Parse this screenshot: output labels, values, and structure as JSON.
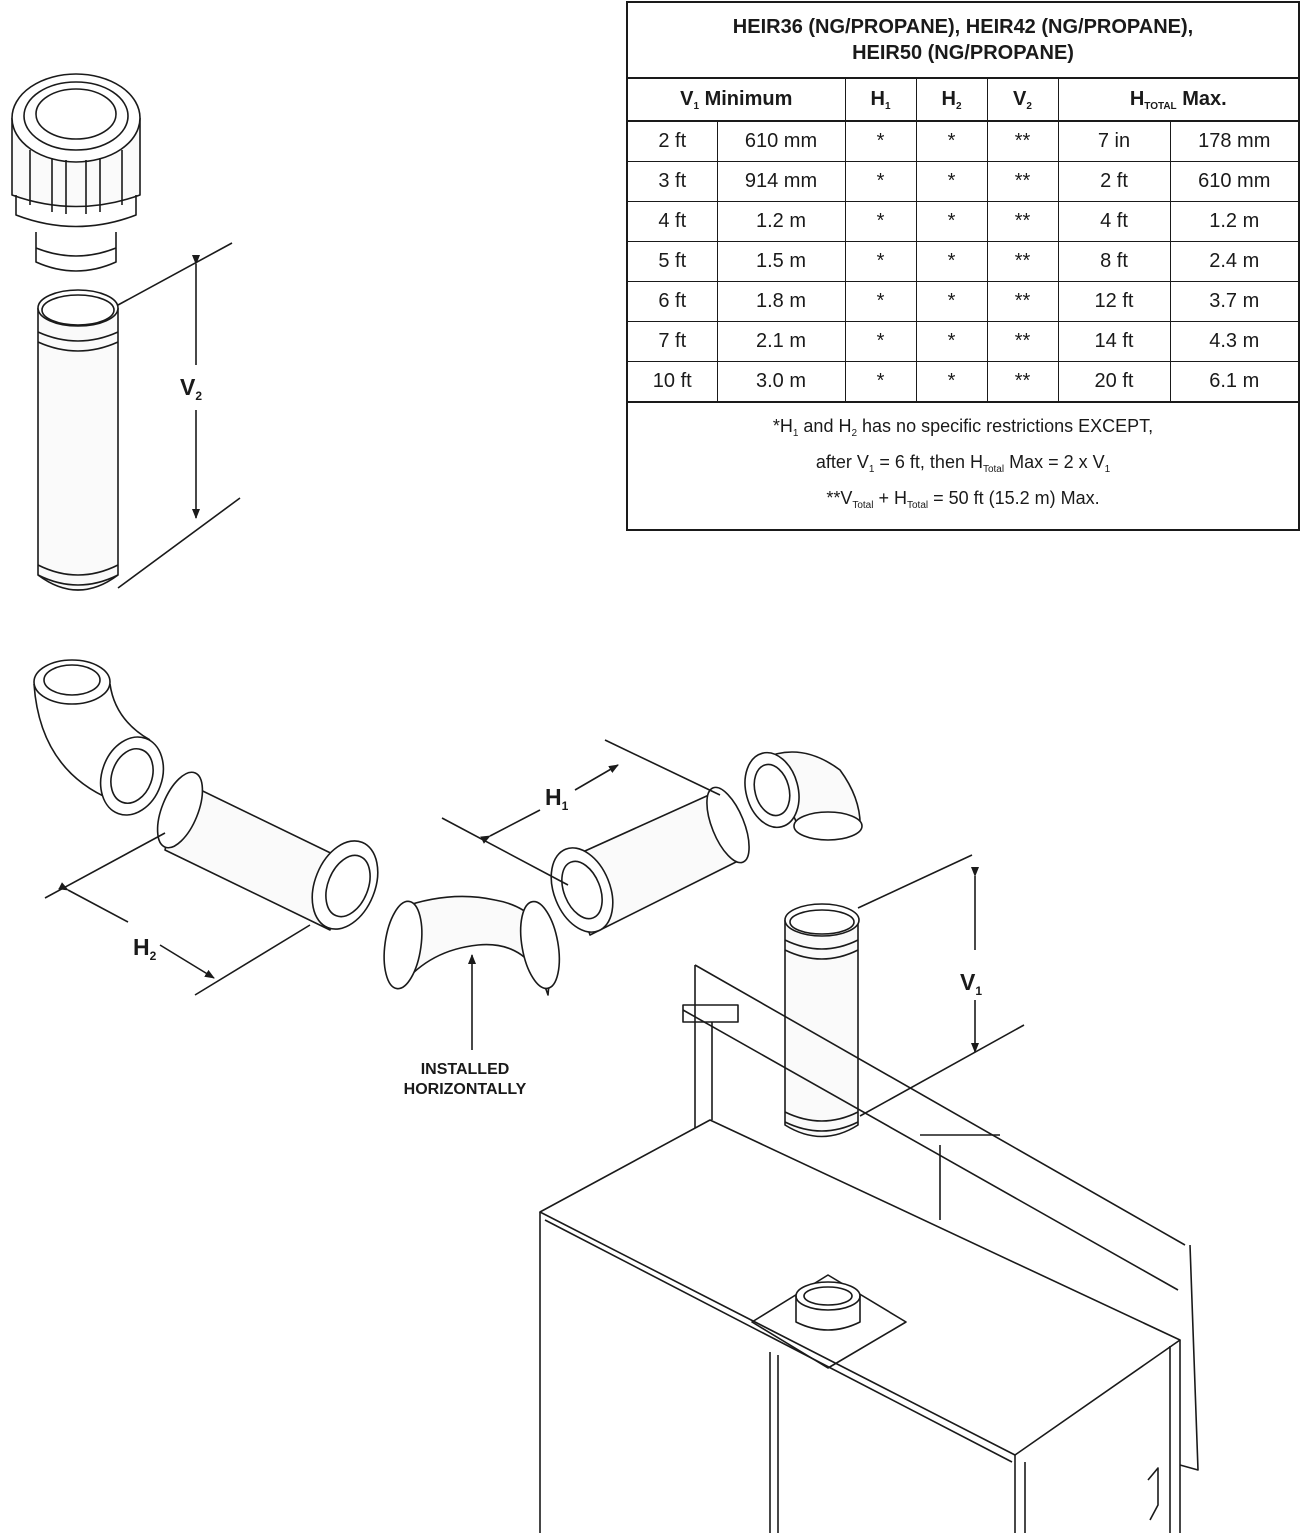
{
  "table": {
    "title_line1": "HEIR36 (NG/PROPANE), HEIR42 (NG/PROPANE),",
    "title_line2": "HEIR50 (NG/PROPANE)",
    "headers": {
      "v1_min": "V",
      "v1_min_sub": "1",
      "v1_min_rest": " Minimum",
      "h1": "H",
      "h1_sub": "1",
      "h2": "H",
      "h2_sub": "2",
      "v2": "V",
      "v2_sub": "2",
      "htotal": "H",
      "htotal_sub": "TOTAL",
      "htotal_rest": " Max."
    },
    "rows": [
      {
        "ft": "2 ft",
        "metric": "610 mm",
        "h1": "*",
        "h2": "*",
        "v2": "**",
        "max_imp": "7 in",
        "max_met": "178 mm"
      },
      {
        "ft": "3 ft",
        "metric": "914 mm",
        "h1": "*",
        "h2": "*",
        "v2": "**",
        "max_imp": "2 ft",
        "max_met": "610 mm"
      },
      {
        "ft": "4 ft",
        "metric": "1.2 m",
        "h1": "*",
        "h2": "*",
        "v2": "**",
        "max_imp": "4 ft",
        "max_met": "1.2 m"
      },
      {
        "ft": "5 ft",
        "metric": "1.5 m",
        "h1": "*",
        "h2": "*",
        "v2": "**",
        "max_imp": "8 ft",
        "max_met": "2.4 m"
      },
      {
        "ft": "6 ft",
        "metric": "1.8 m",
        "h1": "*",
        "h2": "*",
        "v2": "**",
        "max_imp": "12 ft",
        "max_met": "3.7 m"
      },
      {
        "ft": "7 ft",
        "metric": "2.1 m",
        "h1": "*",
        "h2": "*",
        "v2": "**",
        "max_imp": "14 ft",
        "max_met": "4.3 m"
      },
      {
        "ft": "10 ft",
        "metric": "3.0 m",
        "h1": "*",
        "h2": "*",
        "v2": "**",
        "max_imp": "20 ft",
        "max_met": "6.1 m"
      }
    ],
    "notes": {
      "n1_a": "*H",
      "n1_b": "1",
      "n1_c": " and H",
      "n1_d": "2",
      "n1_e": " has no specific restrictions EXCEPT,",
      "n2_a": "after V",
      "n2_b": "1",
      "n2_c": " = 6 ft, then H",
      "n2_d": "Total",
      "n2_e": " Max = 2 x V",
      "n2_f": "1",
      "n3_a": "**V",
      "n3_b": "Total",
      "n3_c": " + H",
      "n3_d": "Total",
      "n3_e": " =  50 ft (15.2 m) Max."
    }
  },
  "diagram": {
    "v2_label": "V",
    "v2_sub": "2",
    "v1_label": "V",
    "v1_sub": "1",
    "h1_label": "H",
    "h1_sub": "1",
    "h2_label": "H",
    "h2_sub": "2",
    "callout_line1": "INSTALLED",
    "callout_line2": "HORIZONTALLY"
  },
  "colors": {
    "ink": "#1a1a1a",
    "paper": "#ffffff",
    "pipe": "#f4f4f4"
  }
}
